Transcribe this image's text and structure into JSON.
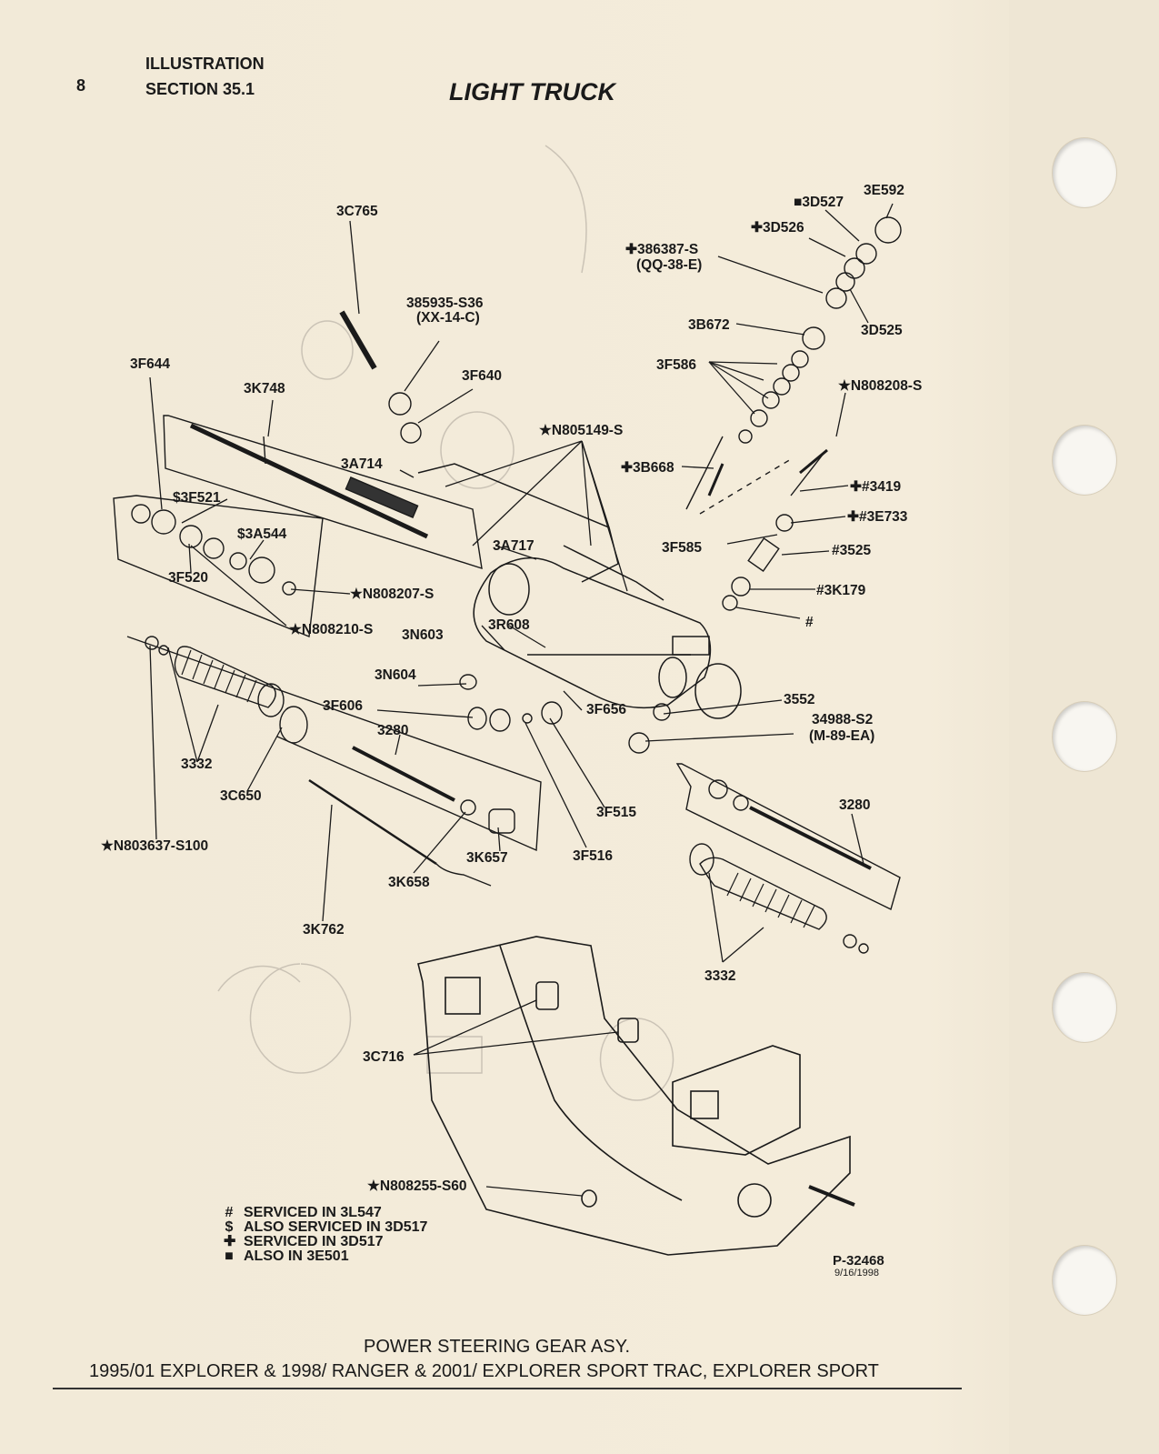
{
  "header": {
    "page_number": "8",
    "illustration_label": "ILLUSTRATION",
    "section_label": "SECTION 35.1",
    "title": "LIGHT TRUCK"
  },
  "part_labels": {
    "p3C765": "3C765",
    "p385935": "385935-S36",
    "p385935_code": "(XX-14-C)",
    "p3F640": "3F640",
    "p3F644": "3F644",
    "p3K748": "3K748",
    "p3A714": "3A714",
    "pN805149": "★N805149-S",
    "p3B668": "✚3B668",
    "p3A717": "3A717",
    "p3F521": "$3F521",
    "p3A544": "$3A544",
    "p3F520": "3F520",
    "pN808207": "★N808207-S",
    "pN808210": "★N808210-S",
    "p3N603": "3N603",
    "p3R608": "3R608",
    "p3N604": "3N604",
    "p3F606": "3F606",
    "p3F656": "3F656",
    "p3280a": "3280",
    "p3332a": "3332",
    "p3C650": "3C650",
    "pN803637": "★N803637-S100",
    "p3K657": "3K657",
    "p3K658": "3K658",
    "p3F515": "3F515",
    "p3F516": "3F516",
    "p3K762": "3K762",
    "p3D527": "■3D527",
    "p3E592": "3E592",
    "p3D526": "✚3D526",
    "p386387": "✚386387-S",
    "p386387_code": "(QQ-38-E)",
    "p3B672": "3B672",
    "p3D525": "3D525",
    "p3F586": "3F586",
    "pN808208": "★N808208-S",
    "p3419": "✚#3419",
    "p3E733": "✚#3E733",
    "p3F585": "3F585",
    "p3525": "#3525",
    "p3K179": "#3K179",
    "phash": "#",
    "p3552": "3552",
    "p34988": "34988-S2",
    "p34988_code": "(M-89-EA)",
    "p3280b": "3280",
    "p3332b": "3332",
    "p3C716": "3C716",
    "pN808255": "★N808255-S60"
  },
  "legend": [
    {
      "symbol": "#",
      "text": "SERVICED IN 3L547"
    },
    {
      "symbol": "$",
      "text": "ALSO SERVICED IN 3D517"
    },
    {
      "symbol": "✚",
      "text": "SERVICED IN 3D517"
    },
    {
      "symbol": "■",
      "text": "ALSO IN 3E501"
    }
  ],
  "figure_id": "P-32468",
  "figure_date": "9/16/1998",
  "caption_line1": "POWER STEERING GEAR ASY.",
  "caption_line2": "1995/01 EXPLORER & 1998/ RANGER & 2001/ EXPLORER SPORT TRAC, EXPLORER SPORT",
  "colors": {
    "paper": "#f2ead8",
    "ink": "#1a1a1a",
    "ghost": "#b9b2a6"
  }
}
